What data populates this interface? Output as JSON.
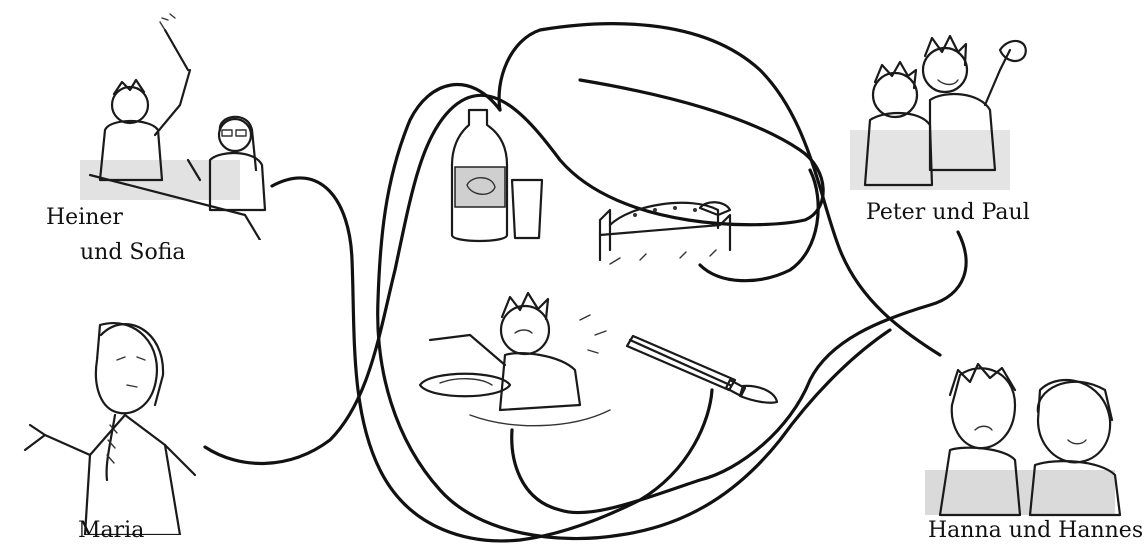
{
  "labels": {
    "heiner_line1": "Heiner",
    "heiner_line2": "und Sofia",
    "maria": "Maria",
    "peter_paul": "Peter und Paul",
    "hanna_hannes": "Hanna und Hannes"
  },
  "colors": {
    "ink": "#111111",
    "background": "#ffffff",
    "wash": "#cfcfcf"
  },
  "icons": [
    "heiner-sofia-painting-figure",
    "maria-figure",
    "peter-paul-figure",
    "hanna-hannes-figure",
    "milk-bottle-icon",
    "bed-icon",
    "boy-eating-figure",
    "paintbrush-icon"
  ]
}
